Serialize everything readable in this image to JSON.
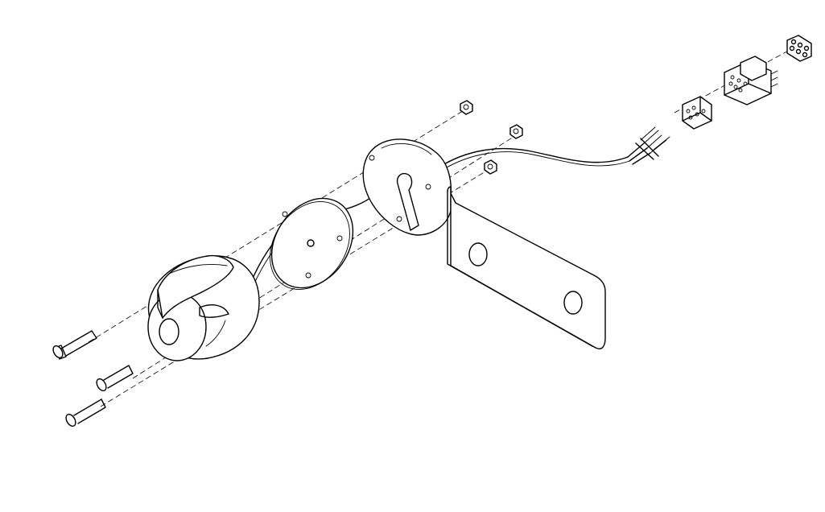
{
  "diagram": {
    "style": "exploded-assembly line drawing",
    "line_color": "#000000",
    "background_color": "#ffffff",
    "parts": [
      {
        "id": "long-bolt",
        "icon": "bolt-icon"
      },
      {
        "id": "short-bolt-upper",
        "icon": "bolt-icon"
      },
      {
        "id": "short-bolt-lower",
        "icon": "bolt-icon"
      },
      {
        "id": "socket-body",
        "icon": "socket-icon"
      },
      {
        "id": "gasket-ring",
        "icon": "gasket-icon"
      },
      {
        "id": "mounting-bracket",
        "icon": "bracket-icon"
      },
      {
        "id": "hex-nut",
        "icon": "nut-icon",
        "count": 3
      },
      {
        "id": "wire-harness",
        "icon": "wire-icon"
      },
      {
        "id": "connector-contact-block",
        "icon": "connector-icon"
      },
      {
        "id": "connector-housing",
        "icon": "connector-icon"
      },
      {
        "id": "connector-cap-plate",
        "icon": "plate-icon"
      }
    ]
  }
}
